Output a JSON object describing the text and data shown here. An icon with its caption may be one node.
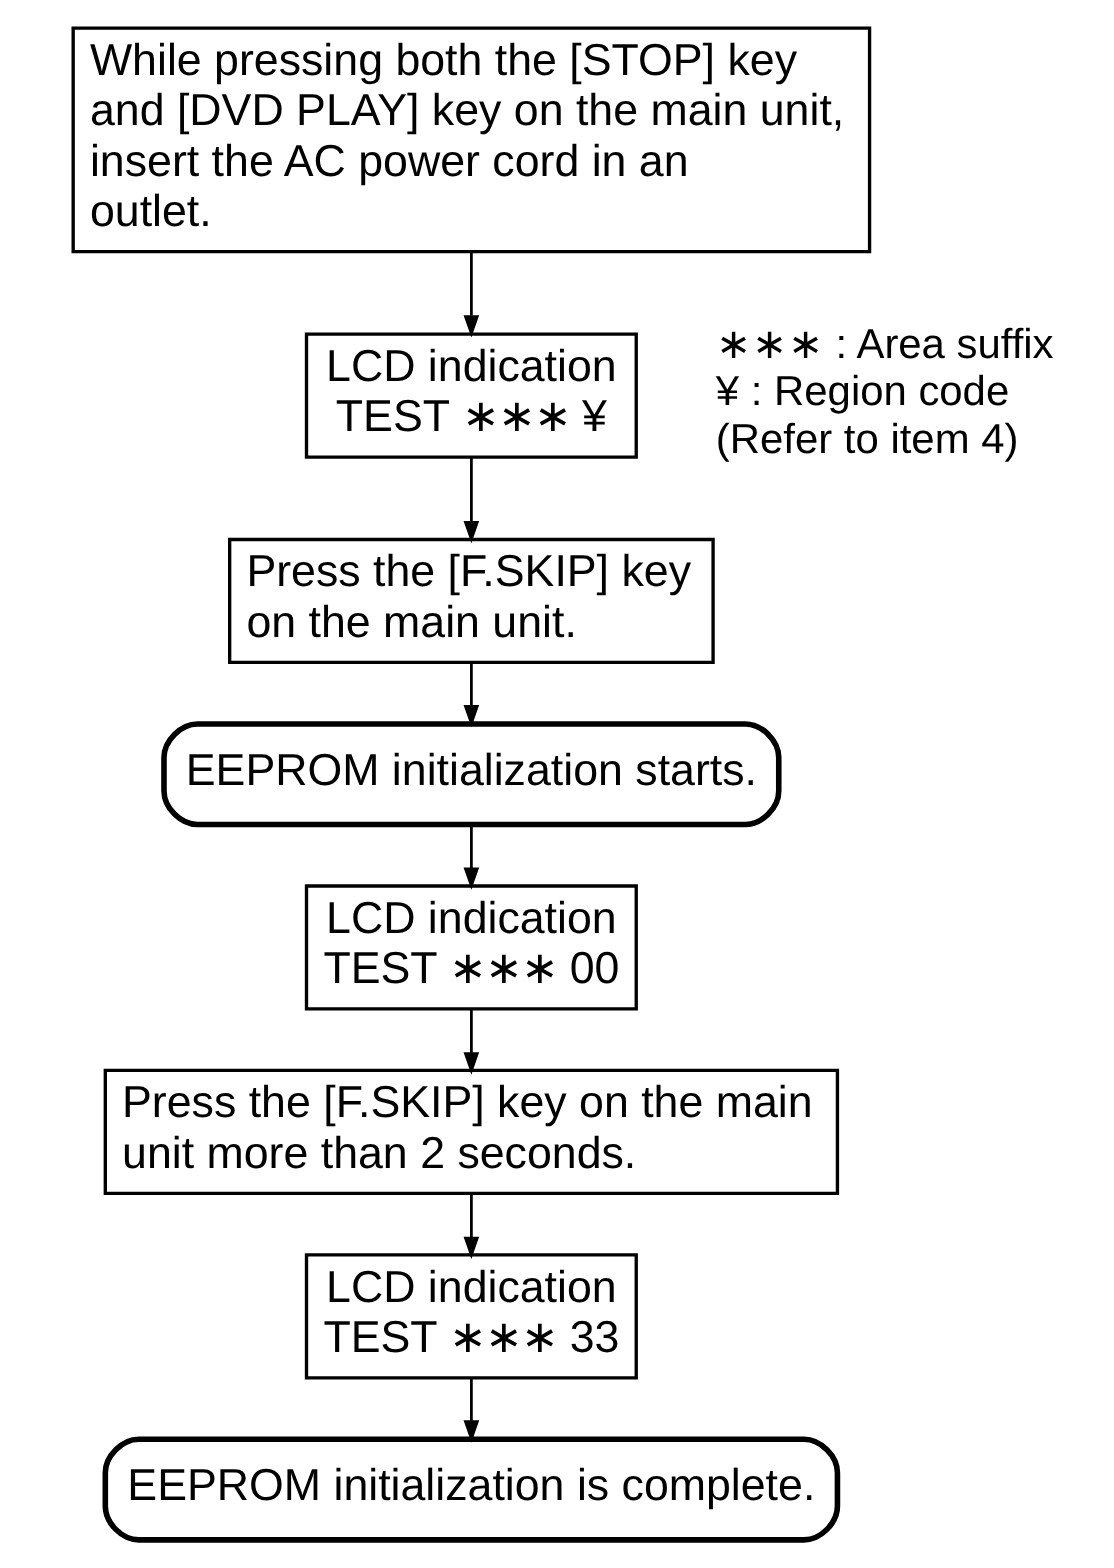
{
  "diagram": {
    "nodes": [
      {
        "text": [
          "While pressing both the [STOP] key and [DVD PLAY] key on the main unit, insert the AC power cord in an outlet."
        ]
      },
      {
        "text": [
          "LCD indication",
          "TEST ∗∗∗ ¥"
        ],
        "beside": [
          "∗∗∗ : Area suffix",
          "¥ : Region code",
          "(Refer to item 4)"
        ]
      },
      {
        "text": [
          "Press the [F.SKIP] key on the main unit."
        ]
      },
      {
        "text": [
          "EEPROM initialization starts."
        ]
      },
      {
        "text": [
          "LCD indication",
          "TEST ∗∗∗ 00"
        ]
      },
      {
        "text": [
          "Press the [F.SKIP] key on the main unit more than 2 seconds."
        ]
      },
      {
        "text": [
          "LCD indication",
          "TEST ∗∗∗ 33"
        ]
      },
      {
        "text": [
          "EEPROM initialization is complete."
        ]
      }
    ],
    "edges": [
      {
        "from": 0,
        "to": 1,
        "arrow": "to"
      },
      {
        "from": 1,
        "to": 2,
        "arrow": "to"
      },
      {
        "from": 2,
        "to": 3,
        "arrow": "to"
      },
      {
        "from": 3,
        "to": 4,
        "arrow": "to"
      },
      {
        "from": 4,
        "to": 5,
        "arrow": "to"
      },
      {
        "from": 5,
        "to": 6,
        "arrow": "to"
      },
      {
        "from": 6,
        "to": 7,
        "arrow": "to"
      }
    ]
  }
}
